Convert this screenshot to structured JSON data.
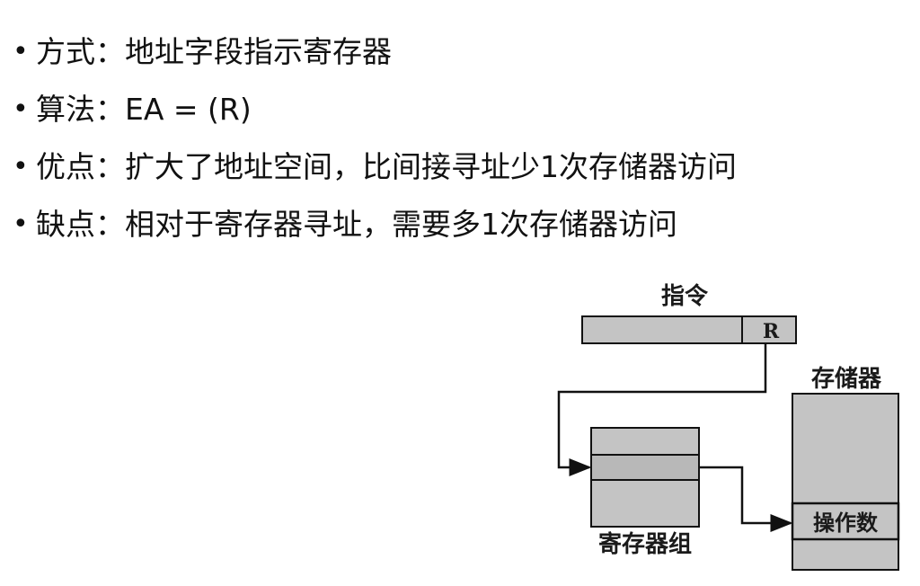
{
  "bullets": [
    {
      "label": "方式",
      "sep": "：",
      "text": "地址字段指示寄存器"
    },
    {
      "label": "算法",
      "sep": "：",
      "text": "EA = (R)"
    },
    {
      "label": "优点",
      "sep": "：",
      "text": "扩大了地址空间，比间接寻址少1次存储器访问"
    },
    {
      "label": "缺点",
      "sep": "：",
      "text": "相对于寄存器寻址，需要多1次存储器访问"
    }
  ],
  "diagram": {
    "instruction_label": "指令",
    "register_field": "R",
    "memory_label": "存储器",
    "register_group_label": "寄存器组",
    "operand_label": "操作数",
    "colors": {
      "block_fill": "#c4c4c4",
      "line": "#111111"
    }
  }
}
